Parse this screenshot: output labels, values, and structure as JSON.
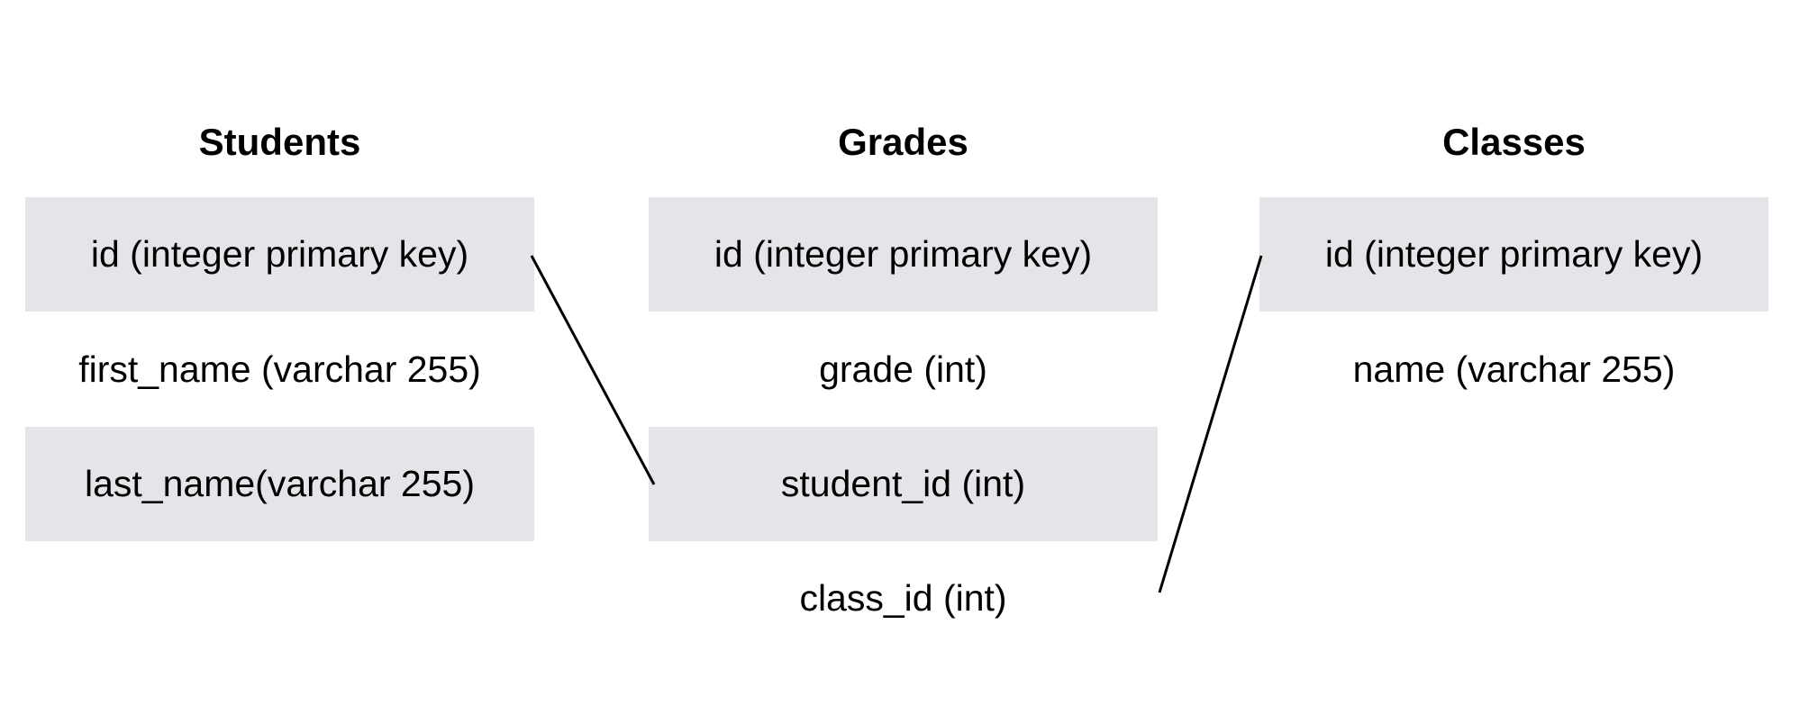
{
  "tables": [
    {
      "title": "Students",
      "fields": [
        "id (integer primary key)",
        "first_name (varchar 255)",
        "last_name(varchar 255)"
      ]
    },
    {
      "title": "Grades",
      "fields": [
        "id (integer primary key)",
        "grade (int)",
        "student_id (int)",
        "class_id (int)"
      ]
    },
    {
      "title": "Classes",
      "fields": [
        "id (integer primary key)",
        "name (varchar 255)"
      ]
    }
  ],
  "colors": {
    "row_shade": "#e4e5e8",
    "line": "#000000"
  }
}
